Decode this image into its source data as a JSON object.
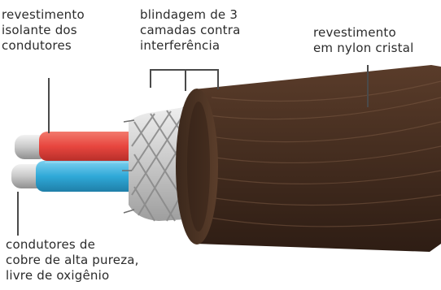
{
  "labels": {
    "insulation": {
      "lines": [
        "revestimento",
        "isolante dos",
        "condutores"
      ]
    },
    "shielding": {
      "lines": [
        "blindagem de 3",
        "camadas contra",
        "interferência"
      ]
    },
    "nylon": {
      "lines": [
        "revestimento",
        "em nylon cristal"
      ]
    },
    "conductors": {
      "lines": [
        "condutores de",
        "cobre de alta pureza,",
        "livre de oxigênio"
      ]
    }
  },
  "colors": {
    "red_insulation": "#e8463f",
    "blue_insulation": "#2fa9d8",
    "jacket": "#4a3122",
    "braid": "#d9d9d9",
    "leader": "#4a4a4a"
  }
}
